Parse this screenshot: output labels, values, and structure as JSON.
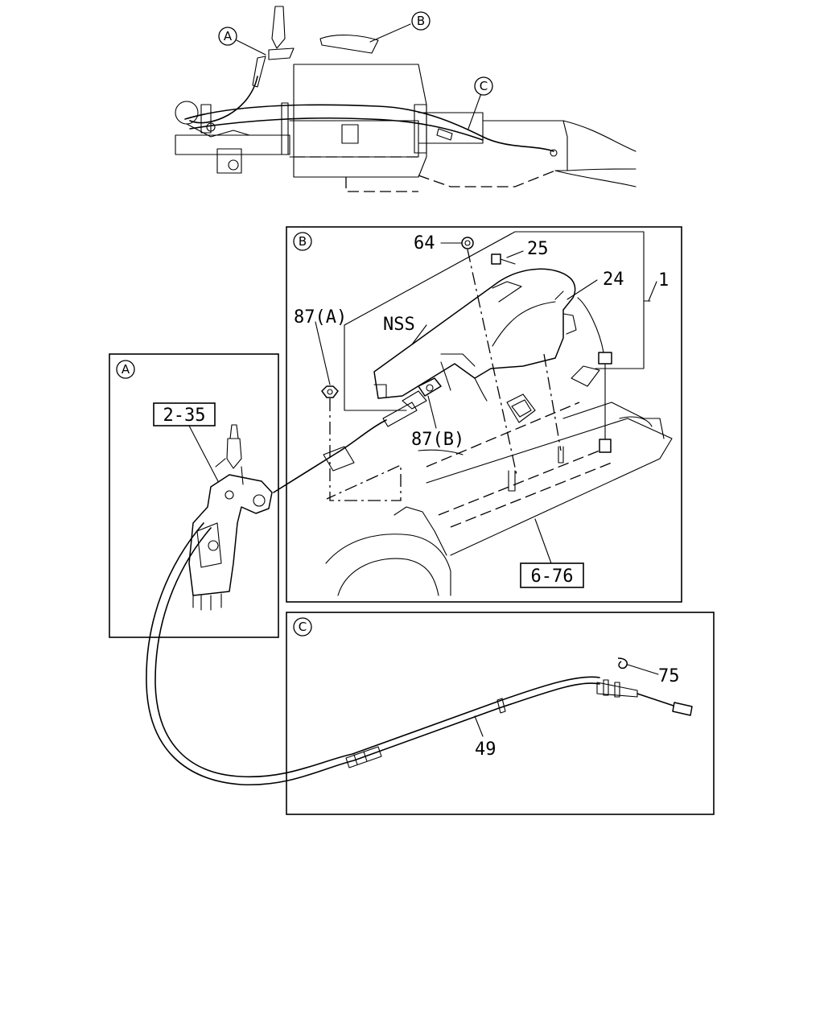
{
  "callouts": {
    "overview_a": "A",
    "overview_b": "B",
    "overview_c": "C"
  },
  "panels": {
    "b": {
      "tag": "B",
      "parts": {
        "p64": "64",
        "p25": "25",
        "p24": "24",
        "p1": "1",
        "p87a": "87(A)",
        "nss": "NSS",
        "p87b": "87(B)",
        "ref": "6-76"
      }
    },
    "a": {
      "tag": "A",
      "parts": {
        "ref": "2-35"
      }
    },
    "c": {
      "tag": "C",
      "parts": {
        "p75": "75",
        "p49": "49"
      }
    }
  }
}
